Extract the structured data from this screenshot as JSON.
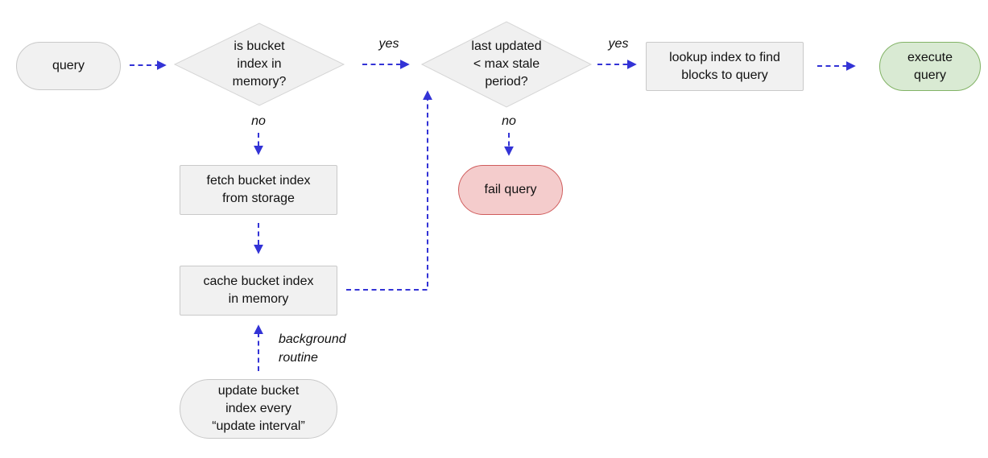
{
  "diagram": {
    "nodes": {
      "query": "query",
      "is_bucket_index_in_memory": "is bucket\nindex in\nmemory?",
      "last_updated_max_stale": "last updated\n< max stale\nperiod?",
      "lookup_index": "lookup index to find\nblocks to query",
      "execute_query": "execute\nquery",
      "fail_query": "fail query",
      "fetch_bucket_index": "fetch bucket index\nfrom storage",
      "cache_bucket_index": "cache bucket index\nin memory",
      "update_bucket_index": "update bucket\nindex every\n“update interval”"
    },
    "labels": {
      "yes_memory": "yes",
      "yes_stale": "yes",
      "no_memory": "no",
      "no_stale": "no",
      "background_routine": "background\nroutine"
    },
    "colors": {
      "arrow": "#3333d6",
      "process_fill": "#f1f1f1",
      "process_border": "#c9c9c9",
      "decision_fill": "#f0f0f0",
      "decision_border": "#d6d6d6",
      "success_fill": "#d9ead3",
      "success_border": "#82b366",
      "fail_fill": "#f4cccc",
      "fail_border": "#cf5b5b"
    }
  }
}
